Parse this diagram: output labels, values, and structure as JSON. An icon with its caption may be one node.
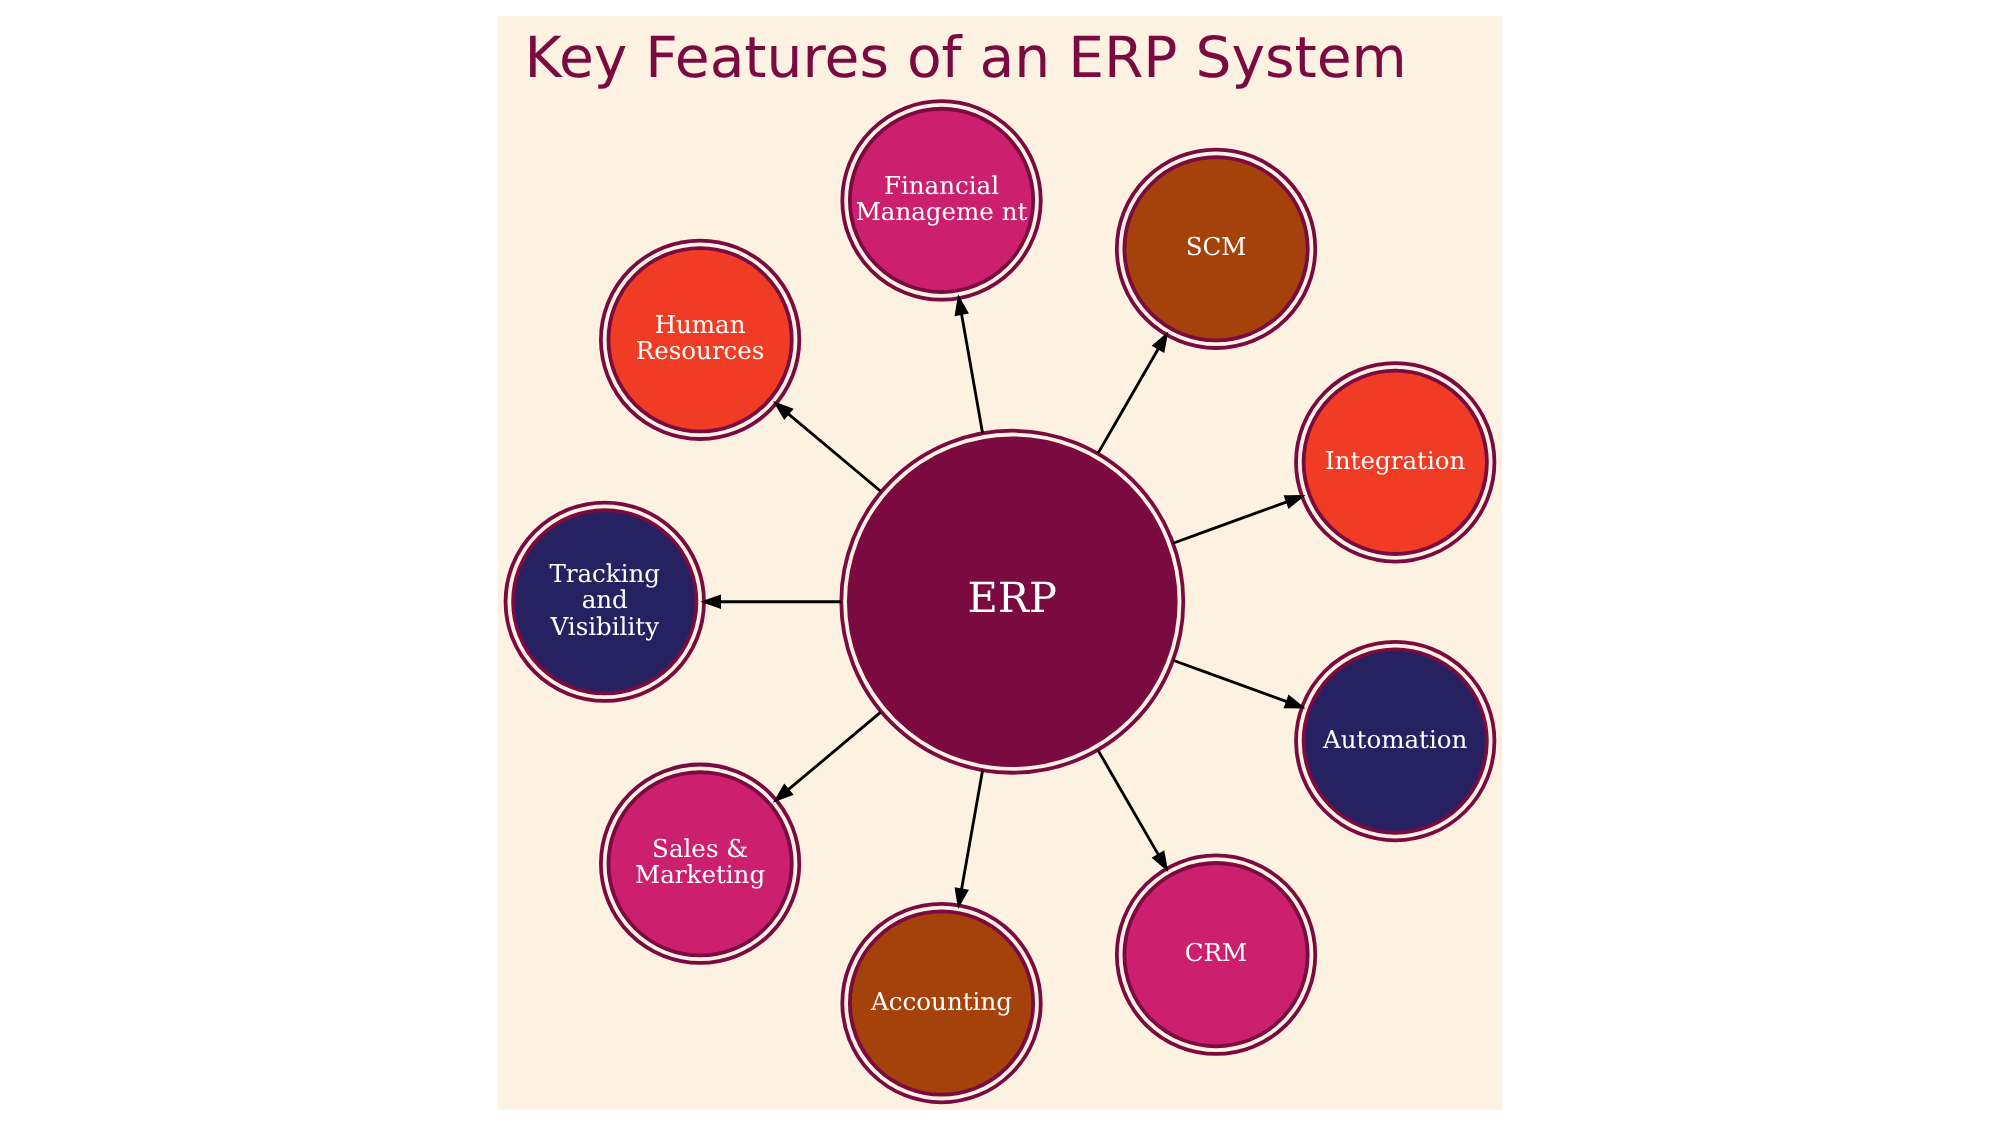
{
  "diagram": {
    "title": "Key Features of an ERP System",
    "nodes": [
      {
        "text": [
          "ERP"
        ]
      },
      {
        "text": [
          "Integration"
        ]
      },
      {
        "text": [
          "SCM"
        ]
      },
      {
        "text": [
          "Automation"
        ]
      },
      {
        "text": [
          "Financial Manageme nt"
        ]
      },
      {
        "text": [
          "CRM"
        ]
      },
      {
        "text": [
          "Human Resources"
        ]
      },
      {
        "text": [
          "Accounting"
        ]
      },
      {
        "text": [
          "Tracking and Visibility"
        ]
      },
      {
        "text": [
          "Sales & Marketing"
        ]
      }
    ],
    "edges": [
      {
        "from": 0,
        "to": 1,
        "arrow": "to"
      },
      {
        "from": 0,
        "to": 3,
        "arrow": "to"
      },
      {
        "from": 0,
        "to": 5,
        "arrow": "to"
      },
      {
        "from": 0,
        "to": 7,
        "arrow": "to"
      },
      {
        "from": 0,
        "to": 9,
        "arrow": "to"
      },
      {
        "from": 0,
        "to": 8,
        "arrow": "to"
      },
      {
        "from": 0,
        "to": 6,
        "arrow": "to"
      },
      {
        "from": 0,
        "to": 4,
        "arrow": "to"
      },
      {
        "from": 0,
        "to": 2,
        "arrow": "to"
      }
    ]
  }
}
